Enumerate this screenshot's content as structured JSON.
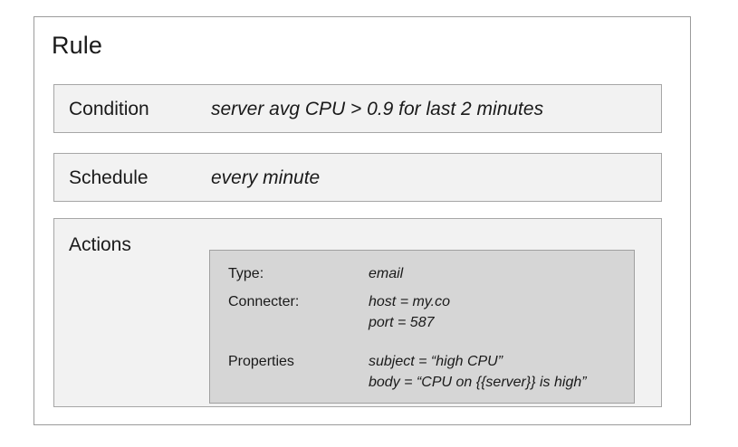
{
  "card": {
    "title": "Rule"
  },
  "rows": [
    {
      "label": "Condition",
      "value": "server avg CPU > 0.9 for last 2 minutes"
    },
    {
      "label": "Schedule",
      "value": "every minute"
    },
    {
      "label": "Actions"
    }
  ],
  "action_detail": {
    "type": {
      "key": "Type:",
      "values": [
        "email"
      ]
    },
    "connecter": {
      "key": "Connecter:",
      "values": [
        "host = my.co",
        "port = 587"
      ]
    },
    "properties": {
      "key": "Properties",
      "values": [
        "subject = “high CPU”",
        "body = “CPU on {{server}} is high”"
      ]
    }
  },
  "colors": {
    "page_background": "#ffffff",
    "card_background": "#ffffff",
    "card_border": "#9b9b9b",
    "row_background": "#f2f2f2",
    "row_border": "#a6a6a6",
    "action_box_background": "#d6d6d6",
    "action_box_border": "#a0a0a0",
    "text": "#1a1a1a"
  }
}
